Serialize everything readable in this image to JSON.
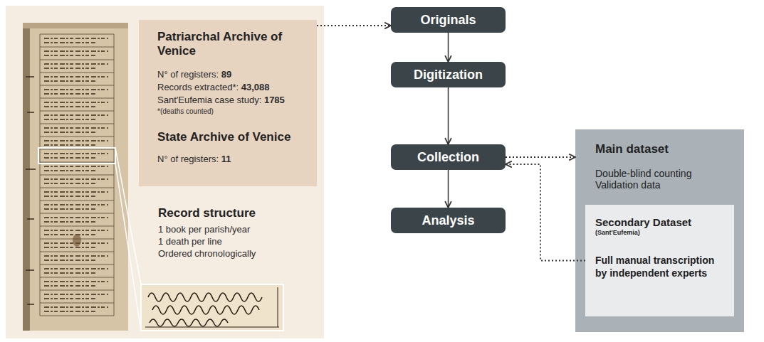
{
  "diagram": {
    "nodes": [
      {
        "text": [
          "Record structure",
          "1 book per parish/year",
          "1 death per line",
          "Ordered chronologically"
        ]
      },
      {
        "text": [
          "Patriarchal Archive of Venice",
          "N° of registers: 89",
          "Records extracted*: 43,088",
          "Sant'Eufemia case study: 1785",
          "*(deaths counted)",
          "State Archive of Venice",
          "N° of registers: 11"
        ],
        "in": 0
      },
      {
        "text": [
          "Originals"
        ]
      },
      {
        "text": [
          "Digitization"
        ]
      },
      {
        "text": [
          "Collection"
        ]
      },
      {
        "text": [
          "Analysis"
        ]
      },
      {
        "text": [
          "Main dataset",
          "Double-blind counting",
          "Validation data"
        ]
      },
      {
        "text": [
          "Secondary Dataset",
          "(Sant'Eufemia)",
          "Full manual transcription by independent experts"
        ],
        "in": 6
      }
    ],
    "edges": [
      {
        "from": 1,
        "to": 2,
        "arrow": "to"
      },
      {
        "from": 2,
        "to": 3,
        "arrow": "to"
      },
      {
        "from": 3,
        "to": 4,
        "arrow": "to"
      },
      {
        "from": 4,
        "to": 5,
        "arrow": "to"
      },
      {
        "from": 4,
        "to": 6,
        "arrow": "to"
      },
      {
        "from": 7,
        "to": 4,
        "arrow": "to"
      }
    ]
  }
}
